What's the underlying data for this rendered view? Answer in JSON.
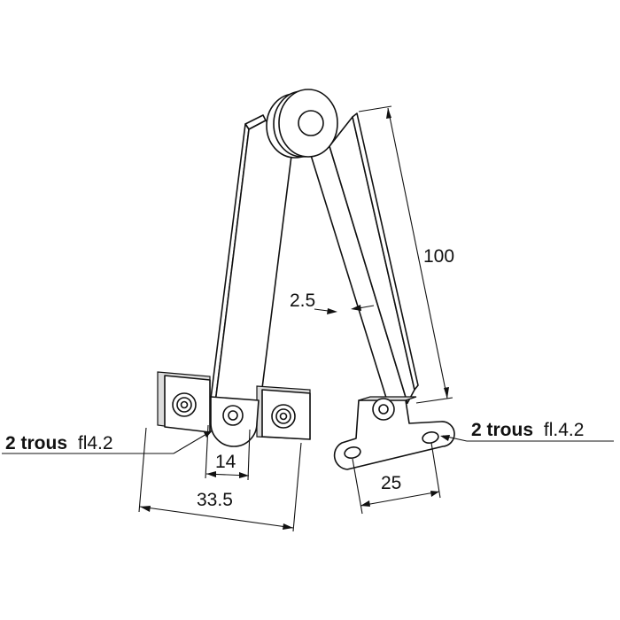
{
  "dimensions": {
    "arm_length": "100",
    "arm_thickness": "2.5",
    "left_hole_spacing": "14",
    "left_overall_width": "33.5",
    "right_hole_spacing": "25"
  },
  "notes": {
    "left_holes": {
      "qualifier": "2 trous",
      "spec": "fl4.2"
    },
    "right_holes": {
      "qualifier": "2 trous",
      "spec": "fl.4.2"
    }
  }
}
